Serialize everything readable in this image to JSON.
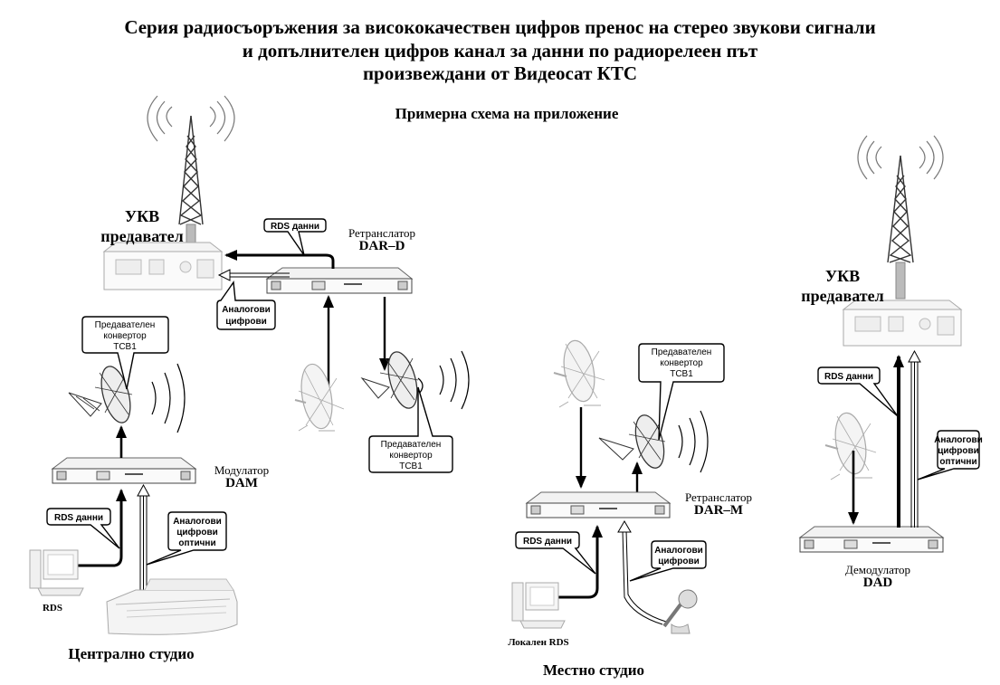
{
  "title": {
    "line1": "Серия радиосъоръжения за висококачествен цифров пренос на стерео звукови сигнали",
    "line2": "и допълнителен цифров канал за данни по радиорелеен път",
    "line3": "произвеждани от Видеосат КТС"
  },
  "subtitle": "Примерна схема на приложение",
  "nodes": {
    "ukv_left": {
      "line1": "УКВ",
      "line2": "предавател"
    },
    "ukv_right": {
      "line1": "УКВ",
      "line2": "предавател"
    },
    "dar_d": {
      "line1": "Ретранслатор",
      "line2": "DAR–D"
    },
    "dam": {
      "line1": "Модулатор",
      "line2": "DAM"
    },
    "dar_m": {
      "line1": "Ретранслатор",
      "line2": "DAR–M"
    },
    "dad": {
      "line1": "Демодулатор",
      "line2": "DAD"
    },
    "rds_left": "RDS",
    "local_rds": "Локален RDS"
  },
  "callouts": {
    "rds_top": "RDS данни",
    "analog_top": {
      "l1": "Аналогови",
      "l2": "цифрови"
    },
    "tcb_left": {
      "l1": "Предавателен",
      "l2": "конвертор",
      "l3": "TCB1"
    },
    "tcb_mid": {
      "l1": "Предавателен",
      "l2": "конвертор",
      "l3": "TCB1"
    },
    "tcb_right": {
      "l1": "Предавателен",
      "l2": "конвертор",
      "l3": "TCB1"
    },
    "rds_dam": "RDS данни",
    "analog_dam": {
      "l1": "Аналогови",
      "l2": "цифрови",
      "l3": "оптични"
    },
    "rds_darm": "RDS данни",
    "analog_darm": {
      "l1": "Аналогови",
      "l2": "цифрови"
    },
    "rds_dad": "RDS данни",
    "analog_dad": {
      "l1": "Аналогови",
      "l2": "цифрови",
      "l3": "оптични"
    }
  },
  "studios": {
    "central": "Централно студио",
    "local": "Местно студио"
  }
}
